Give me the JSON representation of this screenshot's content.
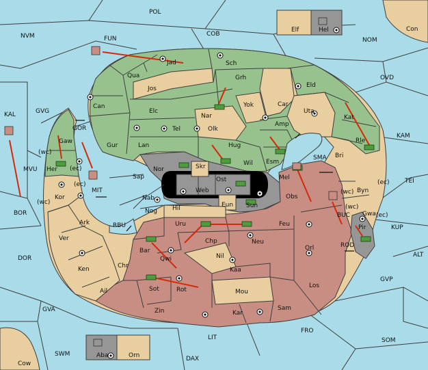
{
  "colors": {
    "sea": "#a9dbe9",
    "green": "#98c28d",
    "tan": "#e9cfa0",
    "brown": "#c88e83",
    "gray": "#969696",
    "black": "#000000",
    "arrow": "#d42a0a",
    "unit": "#4f9c3f"
  },
  "seas": {
    "POL": "POL",
    "NVM": "NVM",
    "FUN": "FUN",
    "COB": "COB",
    "NOM": "NOM",
    "CON": "Con",
    "OVD": "OVD",
    "KAL": "KAL",
    "GVG": "GVG",
    "GOR": "GOR",
    "MVU": "MVU",
    "MIT": "MIT",
    "BOR": "BOR",
    "RBU": "RBU",
    "DOR": "DOR",
    "GVA": "GVA",
    "SWM": "SWM",
    "COW": "Cow",
    "LIT": "LIT",
    "DAX": "DAX",
    "FRO": "FRO",
    "SOM": "SOM",
    "GVP": "GVP",
    "ALT": "ALT",
    "KUP": "KUP",
    "TEI": "TEI",
    "KAM": "KAM",
    "SMA": "SMA",
    "BUC": "BUC",
    "ROD": "ROD"
  },
  "territories": {
    "Jad": "Jad",
    "Sch": "Sch",
    "Qua": "Qua",
    "Jos": "Jos",
    "Grh": "Grh",
    "Eld": "Eld",
    "Can": "Can",
    "Elc": "Elc",
    "Nar": "Nar",
    "Yok": "Yok",
    "Car": "Car",
    "Uta": "Uta",
    "Tel": "Tel",
    "Olk": "Olk",
    "Amp": "Amp",
    "Kat": "Kat",
    "Gur": "Gur",
    "Lan": "Lan",
    "Hug": "Hug",
    "Rle": "Rle",
    "Gaw": "Gaw",
    "Her": "Her",
    "Nor": "Nor",
    "Skr": "Skr",
    "Wil": "Wil",
    "Esm": "Esm",
    "Bri": "Bri",
    "Sap": "Sap",
    "Ost": "Ost",
    "Web": "Web",
    "Mel": "Mel",
    "Byn": "Byn",
    "Kor": "Kor",
    "Nab": "Nab",
    "Eun": "Eun",
    "Hil": "Hil",
    "Sun": "Sun",
    "Obs": "Obs",
    "Gwa": "Gwa",
    "Ark": "Ark",
    "Nog": "Nog",
    "Uru": "Uru",
    "Feu": "Feu",
    "Pir": "Pir",
    "Ver": "Ver",
    "Chp": "Chp",
    "Neu": "Neu",
    "Bar": "Bar",
    "Qwi": "Qwi",
    "Nil": "Nil",
    "Orl": "Orl",
    "Ken": "Ken",
    "Chr": "Chr",
    "Kaa": "Kaa",
    "Ail": "Ail",
    "Sot": "Sot",
    "Rot": "Rot",
    "Mou": "Mou",
    "Los": "Los",
    "Zin": "Zin",
    "Kar": "Kar",
    "Sam": "Sam",
    "Elf": "Elf",
    "Hel": "Hel",
    "Aba": "Aba",
    "Orn": "Orn"
  },
  "coast_tags": {
    "wc1": "(wc)",
    "ec1": "(ec)",
    "ec2": "(ec)",
    "wc2": "(wc)",
    "wc3": "(wc)",
    "ec3": "(ec)",
    "wc4": "(wc)",
    "ec4": "(ec)"
  }
}
